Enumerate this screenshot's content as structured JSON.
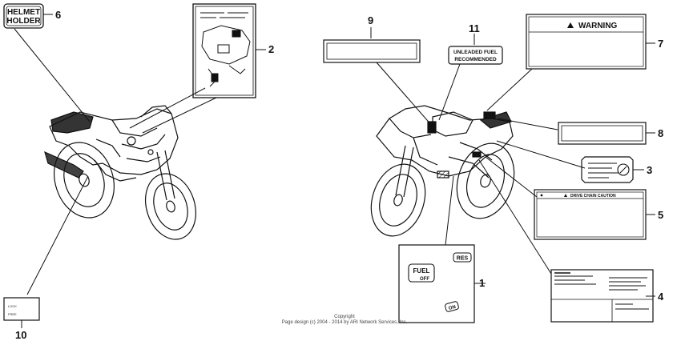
{
  "labels": {
    "helmet_holder_line1": "HELMET",
    "helmet_holder_line2": "HOLDER",
    "unleaded_line1": "UNLEADED FUEL",
    "unleaded_line2": "RECOMMENDED",
    "warning": "WARNING",
    "drive_chain": "DRIVE CHAIN CAUTION",
    "fuel": "FUEL",
    "off": "OFF",
    "res": "RES",
    "on": "ON",
    "small_label_line1": "LOCK",
    "small_label_line2": "FREE"
  },
  "callouts": [
    "1",
    "2",
    "3",
    "4",
    "5",
    "6",
    "7",
    "8",
    "9",
    "10",
    "11"
  ],
  "copyright": {
    "line1": "Copyright",
    "line2": "Page design (c) 2004 - 2014 by ARI Network Services, Inc."
  },
  "colors": {
    "ink": "#111111",
    "paper": "#ffffff"
  }
}
